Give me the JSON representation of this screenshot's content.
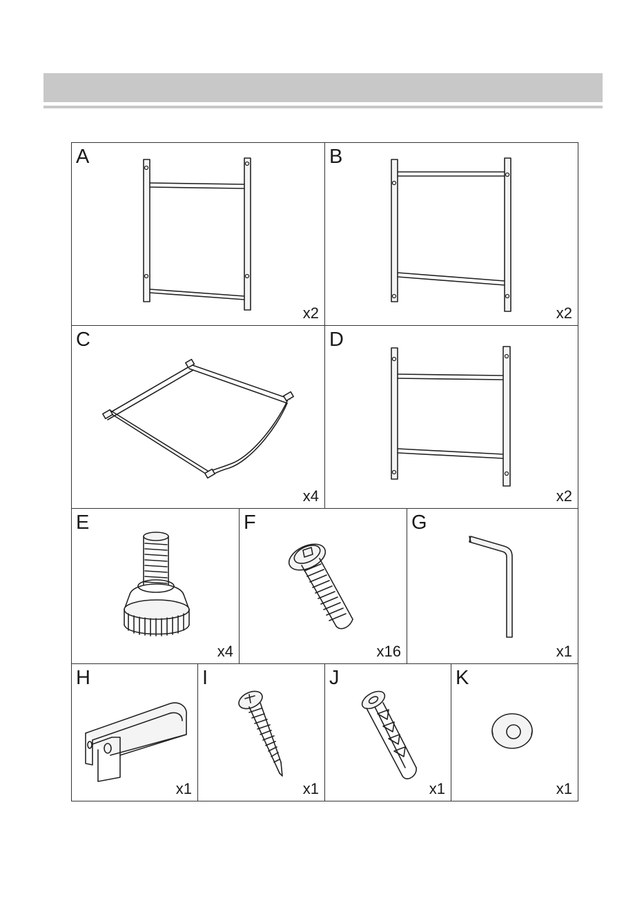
{
  "parts": {
    "A": {
      "letter": "A",
      "qty": "x2",
      "icon": "side-frame-a-icon"
    },
    "B": {
      "letter": "B",
      "qty": "x2",
      "icon": "side-frame-b-icon"
    },
    "C": {
      "letter": "C",
      "qty": "x4",
      "icon": "shelf-frame-c-icon"
    },
    "D": {
      "letter": "D",
      "qty": "x2",
      "icon": "side-frame-d-icon"
    },
    "E": {
      "letter": "E",
      "qty": "x4",
      "icon": "leveling-foot-icon"
    },
    "F": {
      "letter": "F",
      "qty": "x16",
      "icon": "bolt-icon"
    },
    "G": {
      "letter": "G",
      "qty": "x1",
      "icon": "allen-key-icon"
    },
    "H": {
      "letter": "H",
      "qty": "x1",
      "icon": "wall-strap-icon"
    },
    "I": {
      "letter": "I",
      "qty": "x1",
      "icon": "wood-screw-icon"
    },
    "J": {
      "letter": "J",
      "qty": "x1",
      "icon": "wall-anchor-icon"
    },
    "K": {
      "letter": "K",
      "qty": "x1",
      "icon": "washer-icon"
    }
  }
}
